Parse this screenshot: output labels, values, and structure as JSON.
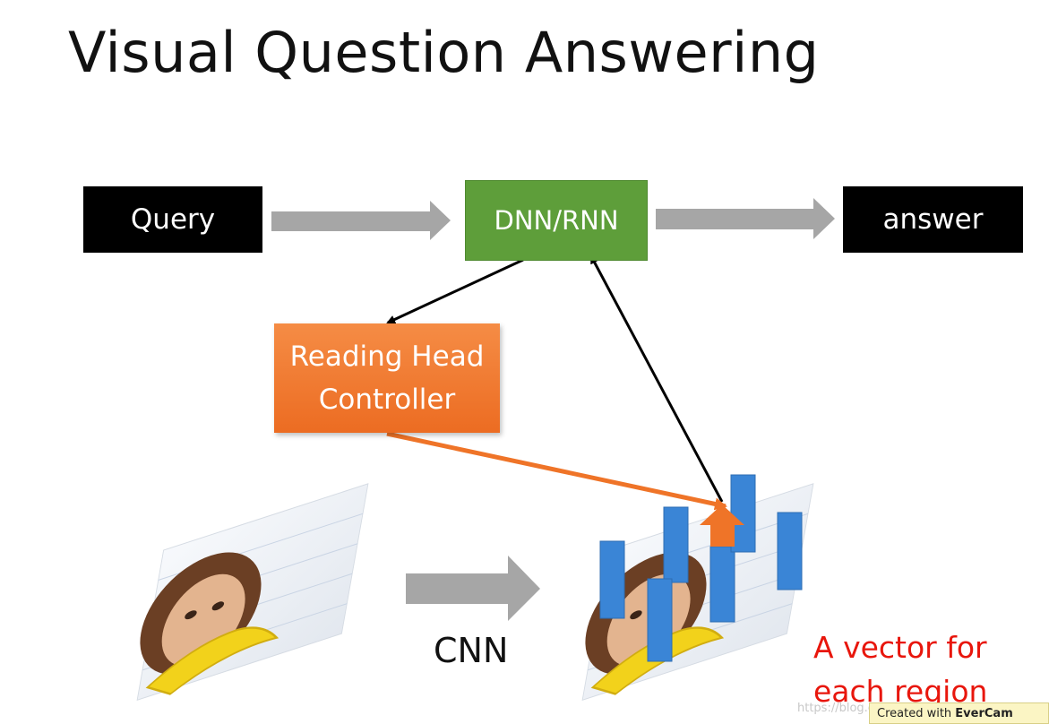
{
  "slide": {
    "title": "Visual Question Answering"
  },
  "nodes": {
    "query": "Query",
    "dnn_rnn": "DNN/RNN",
    "answer": "answer",
    "reading_head_line1": "Reading Head",
    "reading_head_line2": "Controller"
  },
  "labels": {
    "cnn": "CNN",
    "vector_line1": "A vector for",
    "vector_line2": "each region"
  },
  "watermark": {
    "url": "https://blog.csdn.net/...",
    "evercam_prefix": "Created with ",
    "evercam_brand": "EverCam"
  },
  "colors": {
    "black_box": "#000000",
    "green_box": "#5e9e3a",
    "orange_box": "#ef7428",
    "gray_arrow": "#a6a6a6",
    "orange_arrow": "#ef7428",
    "region_bar": "#3a85d6",
    "vector_label": "#e8160c"
  }
}
